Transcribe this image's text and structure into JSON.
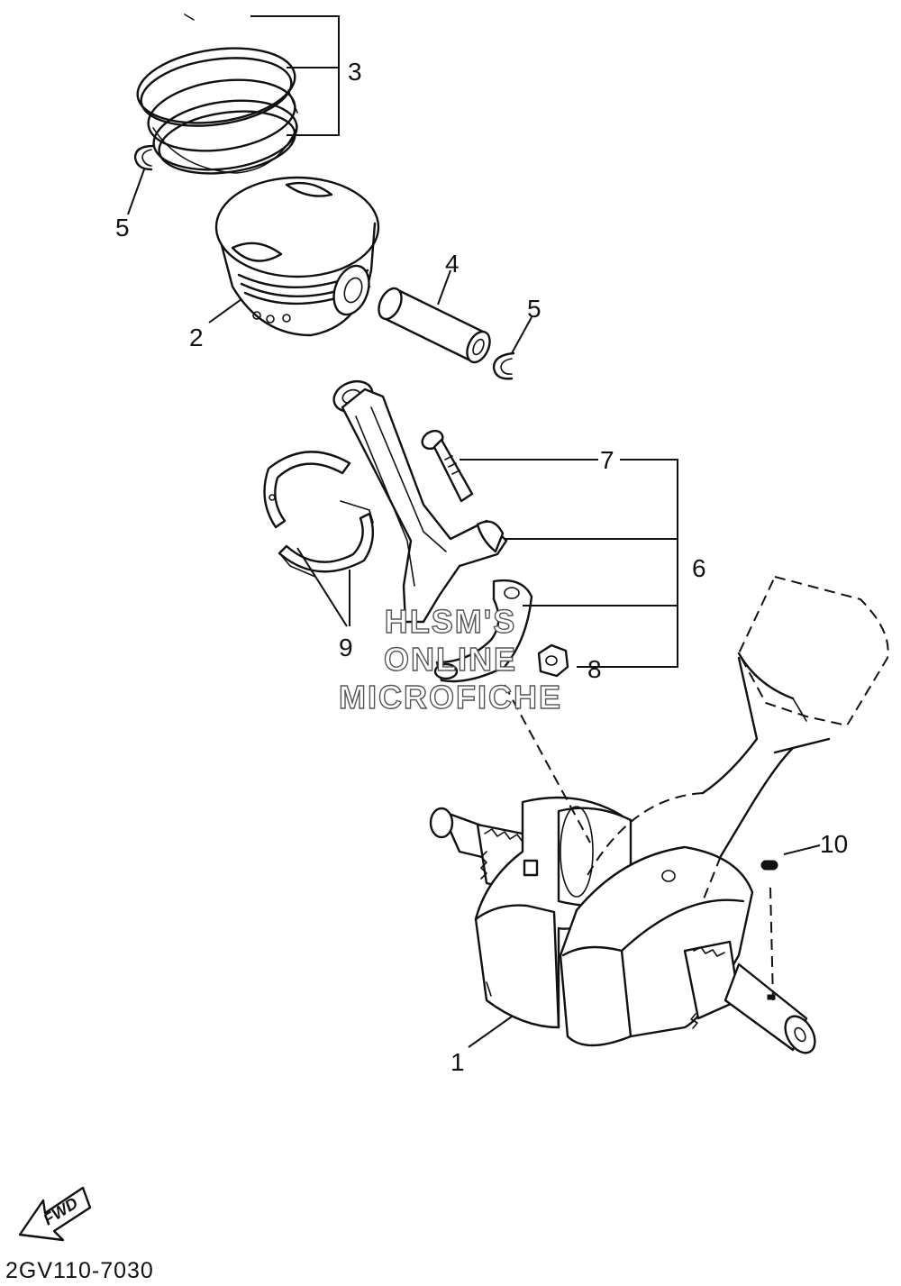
{
  "diagram_code": "2GV110-7030",
  "fwd_label": "FWD",
  "watermark": {
    "line1": "HLSM'S",
    "line2": "ONLINE",
    "line3": "MICROFICHE"
  },
  "callouts": {
    "c1": "1",
    "c2": "2",
    "c3": "3",
    "c4": "4",
    "c5a": "5",
    "c5b": "5",
    "c6": "6",
    "c7": "7",
    "c8": "8",
    "c9": "9",
    "c10": "10"
  }
}
